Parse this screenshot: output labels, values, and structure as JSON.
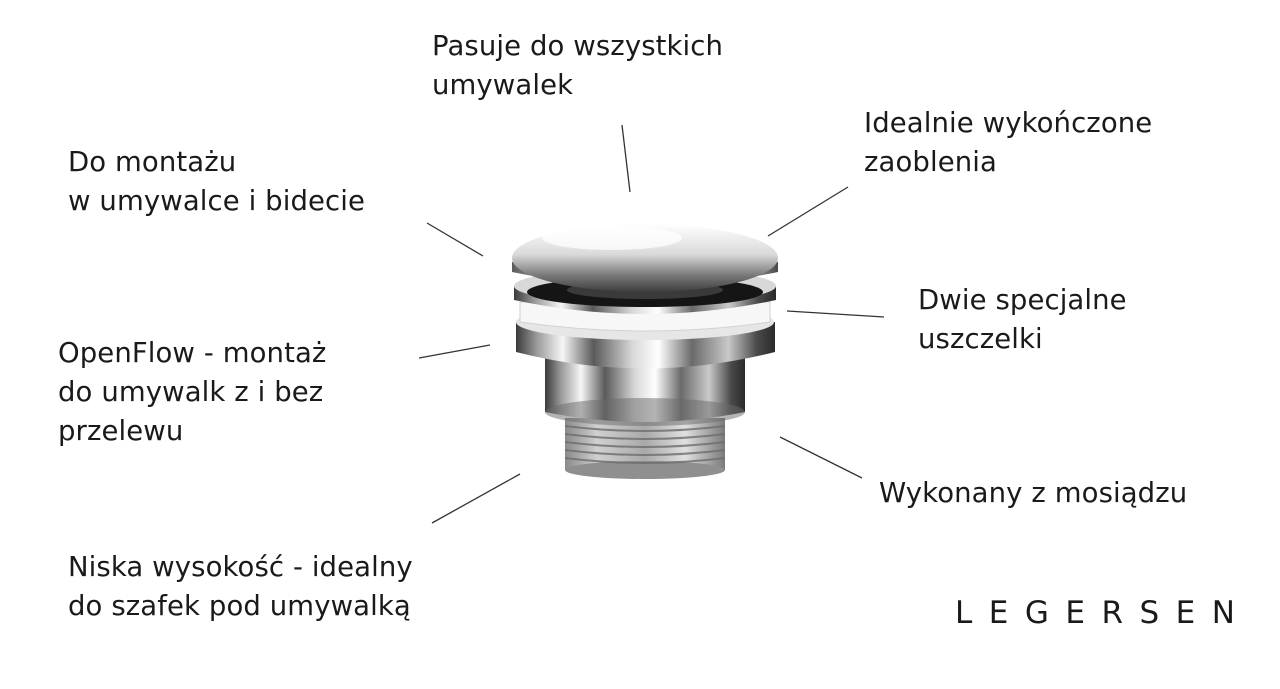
{
  "labels": {
    "top": [
      "Pasuje do wszystkich",
      "umywalek"
    ],
    "top_right": [
      "Idealnie wykończone",
      "zaoblenia"
    ],
    "left_1": [
      "Do montażu",
      "w umywalce i bidecie"
    ],
    "right_2": [
      "Dwie specjalne",
      "uszczelki"
    ],
    "left_2": [
      "OpenFlow - montaż",
      "do umywalk z i bez",
      "przelewu"
    ],
    "right_3": [
      "Wykonany z mosiądzu"
    ],
    "bottom": [
      "Niska wysokość - idealny",
      "do szafek pod umywalką"
    ]
  },
  "brand": "LEGERSEN",
  "colors": {
    "text": "#1a1a1a",
    "chrome_light": "#f4f4f4",
    "chrome_dark": "#2a2a2a",
    "seal": "#111111"
  },
  "image": {
    "name": "pop-up-drain-product-photo"
  }
}
